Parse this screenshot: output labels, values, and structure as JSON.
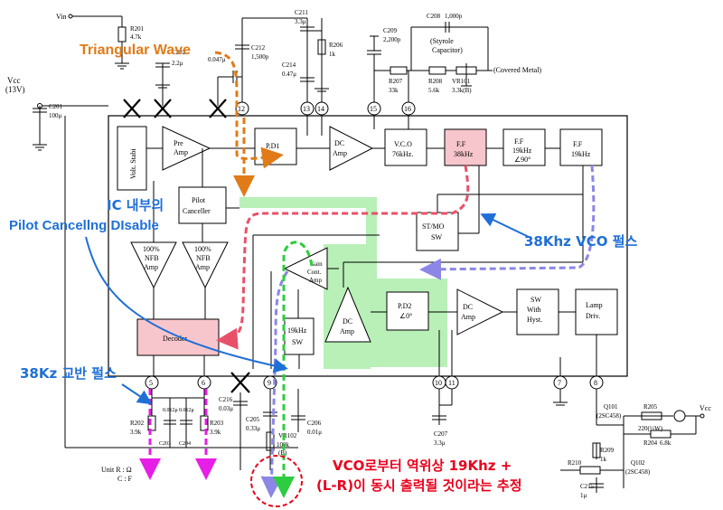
{
  "supply": {
    "vin": "Vin",
    "vcc": "Vcc",
    "vcc_volt": "(13V)",
    "vcc_right": "Vcc"
  },
  "components": {
    "r201": "R201",
    "r201_val": "4.7k",
    "c202": "C202",
    "c202_val": "2.2μ",
    "c211": "C211",
    "c211_val": "3.3μ",
    "r206": "R206",
    "r206_val": "1k",
    "c214": "C214",
    "c214_val": "0.47μ",
    "c212": "C212",
    "c212_val": "1,500p",
    "c_047": "0.047μ",
    "c209": "C209",
    "c209_val": "2,200p",
    "c208": "C208",
    "c208_val": "1,000p",
    "styrole": "(Styrole",
    "capacitor": "Capacitor)",
    "r207": "R207",
    "r207_val": "33k",
    "r208": "R208",
    "r208_val": "5.6k",
    "vr101": "VR101",
    "vr101_val": "3.3k(B)",
    "covered_metal": "(Covered Metal)",
    "c201": "C201",
    "c201_val": "100μ",
    "r202": "R202",
    "r202_val": "3.9k",
    "c203": "C203",
    "c203_val": "0.012μ",
    "c204": "C204",
    "c204_val": "0.012μ",
    "r203": "R203",
    "r203_val": "3.9k",
    "c216": "C216",
    "c216_val": "0.03μ",
    "c205": "C205",
    "c205_val": "0.33μ",
    "vr102": "VR102",
    "vr102_val": "100k",
    "vr102_b": "(B)",
    "c206": "C206",
    "c206_val": "0.01μ",
    "c207": "C207",
    "c207_val": "3.3μ",
    "q101": "Q101",
    "q101_val": "(2SC458)",
    "r205": "R205",
    "r205_val": "220(½W)",
    "r204": "R204",
    "r204_val": "6.8k",
    "r209": "R209",
    "r209_val": "1k",
    "r210": "R210",
    "q102": "Q102",
    "q102_val": "(2SC458)",
    "c215": "C215",
    "c215_val": "1μ",
    "unit_line1": "Unit  R : Ω",
    "unit_line2": "C : F"
  },
  "blocks": {
    "volt_stabi": "Volt. Stabi",
    "pre_amp_1": "Pre",
    "pre_amp_2": "Amp",
    "pd1_1": "P.D1",
    "dc_amp_top_1": "DC",
    "dc_amp_top_2": "Amp",
    "vco_1": "V.C.O",
    "vco_2": "76kHz.",
    "ff38_1": "F.F",
    "ff38_2": "38kHz",
    "ff19a_1": "F.F",
    "ff19a_2": "19kHz",
    "ff19a_3": "∠90°",
    "ff19b_1": "F.F",
    "ff19b_2": "19kHz",
    "pilot_1": "Pilot",
    "pilot_2": "Canceller",
    "stmo_1": "ST/MO",
    "stmo_2": "SW",
    "nfb1_1": "100%",
    "nfb1_2": "NFB",
    "nfb1_3": "Amp",
    "nfb2_1": "100%",
    "nfb2_2": "NFB",
    "nfb2_3": "Amp",
    "gain_1": "Gain",
    "gain_2": "Cont.",
    "gain_3": "Amp",
    "dc_amp_mid_1": "DC",
    "dc_amp_mid_2": "Amp",
    "pd2_1": "P.D2",
    "pd2_2": "∠0°",
    "dc_amp_r_1": "DC",
    "dc_amp_r_2": "Amp",
    "sw_hyst_1": "SW",
    "sw_hyst_2": "With",
    "sw_hyst_3": "Hyst.",
    "lamp_1": "Lamp",
    "lamp_2": "Driv.",
    "decoder": "Decoder",
    "sw19_1": "19kHz",
    "sw19_2": "SW"
  },
  "pins": [
    "5",
    "6",
    "7",
    "8",
    "9",
    "10",
    "11",
    "12",
    "13",
    "14",
    "15",
    "16"
  ],
  "annotations": {
    "triangular": "Triangular Wave",
    "ic_internal": "IC 내부의",
    "pilot_disable": "Pilot Cancellng DIsable",
    "vco_pulse": "38Khz VCO 펄스",
    "switch_pulse": "38Kz 교반 펄스",
    "estimate_1": "VCO로부터 역위상 19Khz +",
    "estimate_2": "(L-R)이 동시 출력될 것이라는 추정"
  },
  "colors": {
    "orange": "#e07b18",
    "blue": "#1f6fd6",
    "red": "#e8001c",
    "pink_fill": "#f7c6cc",
    "green_fill": "#b8f0b8",
    "green_path": "#2ecc40",
    "pink_path": "#e8506a",
    "purple_path": "#8c86e6",
    "magenta": "#e61ee6"
  }
}
